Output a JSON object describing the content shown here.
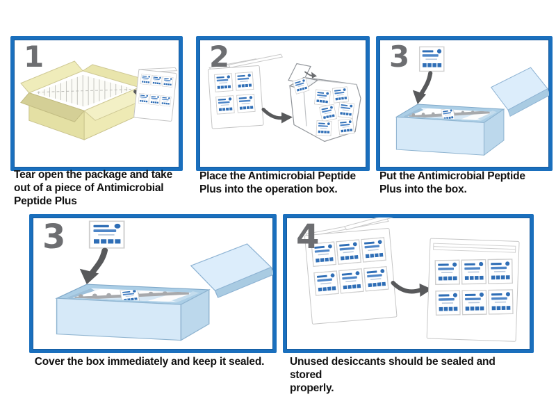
{
  "document": {
    "type": "instruction-sheet",
    "product_name": "Antimicrobial Peptide Plus"
  },
  "colors": {
    "panel_border_blue": "#1a6fbd",
    "step_number_gray": "#6d6e71",
    "caption_black": "#111111",
    "arrow_gray": "#58595b",
    "packet_print_blue": "#2f6eb6",
    "carton_yellow": "#eae6ab",
    "shoebox_blue": "#d6e9f8",
    "outline_gray": "#91959a"
  },
  "steps": [
    {
      "number": "1",
      "caption": "Tear open the package and take\n out of a piece of Antimicrobial\nPeptide Plus"
    },
    {
      "number": "2",
      "caption": "Place the Antimicrobial Peptide\nPlus into the operation box."
    },
    {
      "number": "3",
      "caption": "Put the Antimicrobial Peptide\nPlus into the box."
    },
    {
      "number": "3",
      "caption": "Cover the box immediately and keep it sealed."
    },
    {
      "number": "4",
      "caption": "Unused desiccants should be sealed and stored\n properly."
    }
  ]
}
